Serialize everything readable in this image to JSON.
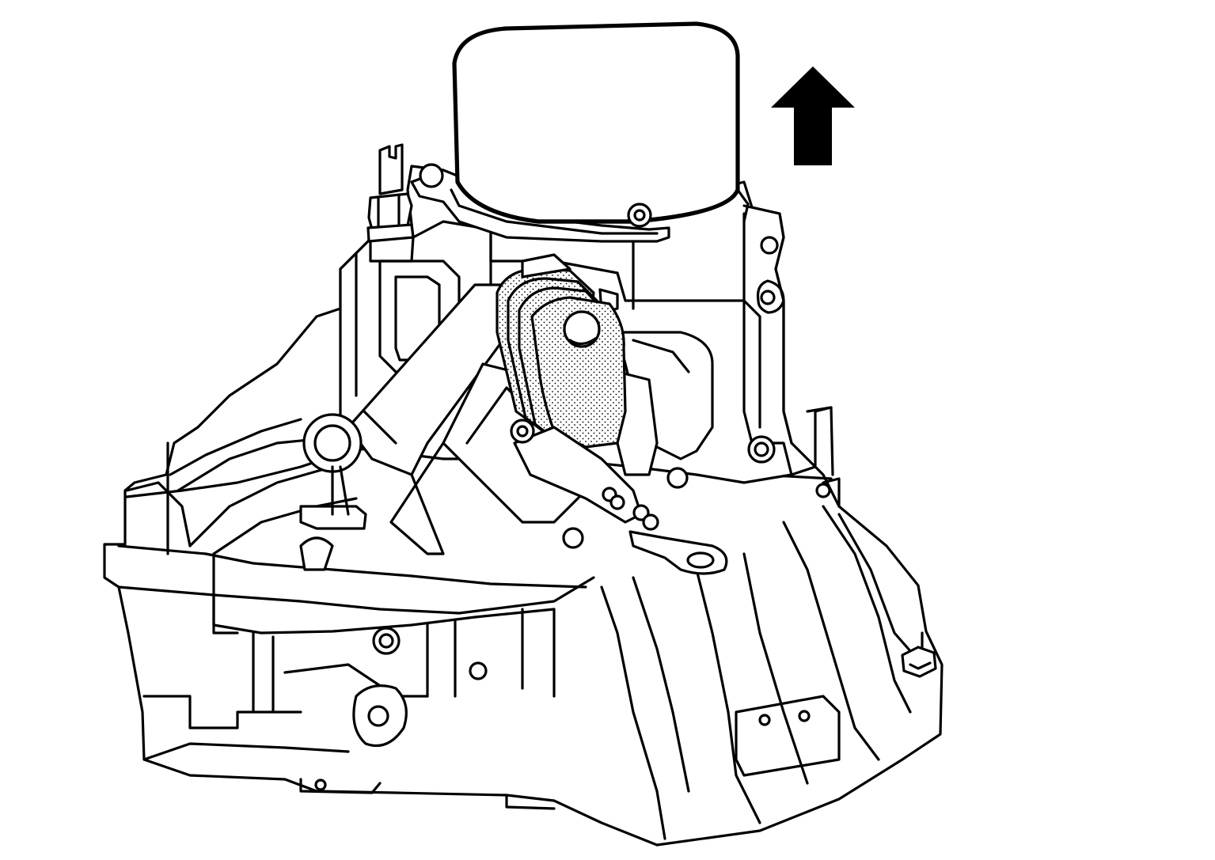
{
  "figure": {
    "colors": {
      "line": "#000000",
      "background": "#ffffff",
      "stipple": "#000000"
    },
    "icons": {
      "direction_indicator": "arrow-up-icon"
    },
    "components": [
      "transmission-housing",
      "cylindrical-cover",
      "shift-lever",
      "rubber-boot",
      "mounting-bracket",
      "sensor-stem",
      "housing-bolts",
      "lift-direction-arrow"
    ]
  }
}
